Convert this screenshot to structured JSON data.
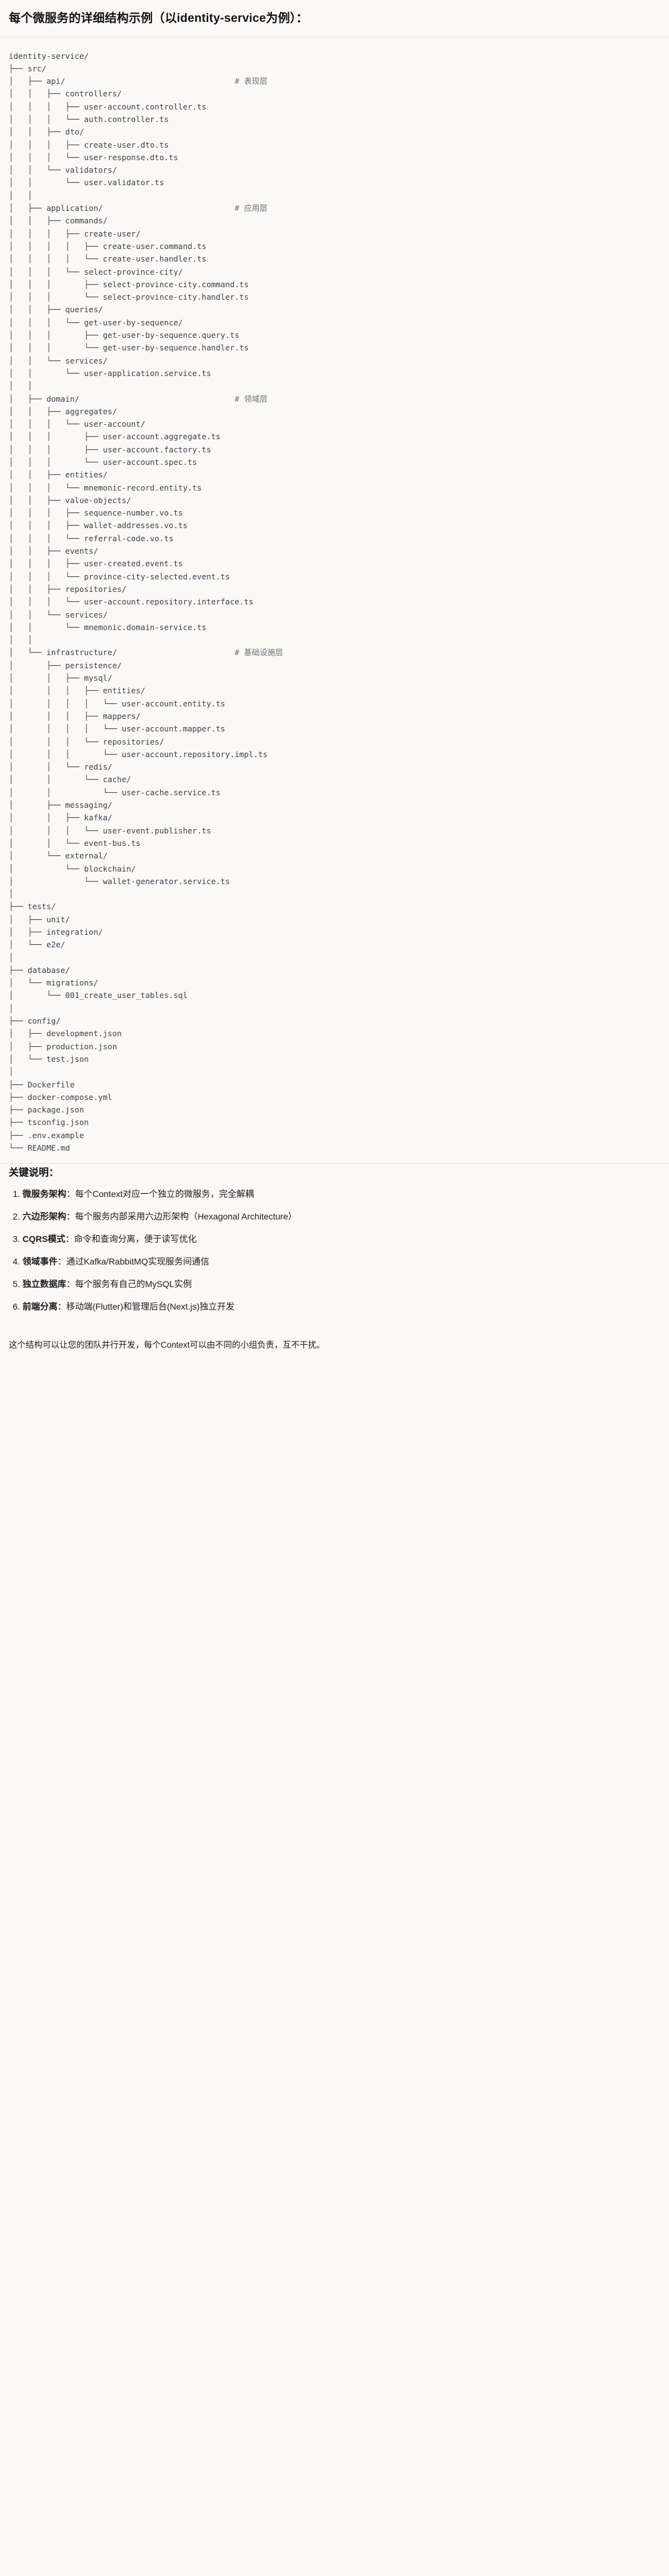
{
  "heading": "每个微服务的详细结构示例（以identity-service为例）：",
  "tree": {
    "root_label": "identity-service/",
    "lines": [
      {
        "prefix": "identity-service/",
        "comment": ""
      },
      {
        "prefix": "├── src/",
        "comment": ""
      },
      {
        "prefix": "│   ├── api/",
        "comment": "# 表现层"
      },
      {
        "prefix": "│   │   ├── controllers/",
        "comment": ""
      },
      {
        "prefix": "│   │   │   ├── user-account.controller.ts",
        "comment": ""
      },
      {
        "prefix": "│   │   │   └── auth.controller.ts",
        "comment": ""
      },
      {
        "prefix": "│   │   ├── dto/",
        "comment": ""
      },
      {
        "prefix": "│   │   │   ├── create-user.dto.ts",
        "comment": ""
      },
      {
        "prefix": "│   │   │   └── user-response.dto.ts",
        "comment": ""
      },
      {
        "prefix": "│   │   └── validators/",
        "comment": ""
      },
      {
        "prefix": "│   │       └── user.validator.ts",
        "comment": ""
      },
      {
        "prefix": "│   │",
        "comment": ""
      },
      {
        "prefix": "│   ├── application/",
        "comment": "# 应用层"
      },
      {
        "prefix": "│   │   ├── commands/",
        "comment": ""
      },
      {
        "prefix": "│   │   │   ├── create-user/",
        "comment": ""
      },
      {
        "prefix": "│   │   │   │   ├── create-user.command.ts",
        "comment": ""
      },
      {
        "prefix": "│   │   │   │   └── create-user.handler.ts",
        "comment": ""
      },
      {
        "prefix": "│   │   │   └── select-province-city/",
        "comment": ""
      },
      {
        "prefix": "│   │   │       ├── select-province-city.command.ts",
        "comment": ""
      },
      {
        "prefix": "│   │   │       └── select-province-city.handler.ts",
        "comment": ""
      },
      {
        "prefix": "│   │   ├── queries/",
        "comment": ""
      },
      {
        "prefix": "│   │   │   └── get-user-by-sequence/",
        "comment": ""
      },
      {
        "prefix": "│   │   │       ├── get-user-by-sequence.query.ts",
        "comment": ""
      },
      {
        "prefix": "│   │   │       └── get-user-by-sequence.handler.ts",
        "comment": ""
      },
      {
        "prefix": "│   │   └── services/",
        "comment": ""
      },
      {
        "prefix": "│   │       └── user-application.service.ts",
        "comment": ""
      },
      {
        "prefix": "│   │",
        "comment": ""
      },
      {
        "prefix": "│   ├── domain/",
        "comment": "# 领域层"
      },
      {
        "prefix": "│   │   ├── aggregates/",
        "comment": ""
      },
      {
        "prefix": "│   │   │   └── user-account/",
        "comment": ""
      },
      {
        "prefix": "│   │   │       ├── user-account.aggregate.ts",
        "comment": ""
      },
      {
        "prefix": "│   │   │       ├── user-account.factory.ts",
        "comment": ""
      },
      {
        "prefix": "│   │   │       └── user-account.spec.ts",
        "comment": ""
      },
      {
        "prefix": "│   │   ├── entities/",
        "comment": ""
      },
      {
        "prefix": "│   │   │   └── mnemonic-record.entity.ts",
        "comment": ""
      },
      {
        "prefix": "│   │   ├── value-objects/",
        "comment": ""
      },
      {
        "prefix": "│   │   │   ├── sequence-number.vo.ts",
        "comment": ""
      },
      {
        "prefix": "│   │   │   ├── wallet-addresses.vo.ts",
        "comment": ""
      },
      {
        "prefix": "│   │   │   └── referral-code.vo.ts",
        "comment": ""
      },
      {
        "prefix": "│   │   ├── events/",
        "comment": ""
      },
      {
        "prefix": "│   │   │   ├── user-created.event.ts",
        "comment": ""
      },
      {
        "prefix": "│   │   │   └── province-city-selected.event.ts",
        "comment": ""
      },
      {
        "prefix": "│   │   ├── repositories/",
        "comment": ""
      },
      {
        "prefix": "│   │   │   └── user-account.repository.interface.ts",
        "comment": ""
      },
      {
        "prefix": "│   │   └── services/",
        "comment": ""
      },
      {
        "prefix": "│   │       └── mnemonic.domain-service.ts",
        "comment": ""
      },
      {
        "prefix": "│   │",
        "comment": ""
      },
      {
        "prefix": "│   └── infrastructure/",
        "comment": "# 基础设施层"
      },
      {
        "prefix": "│       ├── persistence/",
        "comment": ""
      },
      {
        "prefix": "│       │   ├── mysql/",
        "comment": ""
      },
      {
        "prefix": "│       │   │   ├── entities/",
        "comment": ""
      },
      {
        "prefix": "│       │   │   │   └── user-account.entity.ts",
        "comment": ""
      },
      {
        "prefix": "│       │   │   ├── mappers/",
        "comment": ""
      },
      {
        "prefix": "│       │   │   │   └── user-account.mapper.ts",
        "comment": ""
      },
      {
        "prefix": "│       │   │   └── repositories/",
        "comment": ""
      },
      {
        "prefix": "│       │   │       └── user-account.repository.impl.ts",
        "comment": ""
      },
      {
        "prefix": "│       │   └── redis/",
        "comment": ""
      },
      {
        "prefix": "│       │       └── cache/",
        "comment": ""
      },
      {
        "prefix": "│       │           └── user-cache.service.ts",
        "comment": ""
      },
      {
        "prefix": "│       ├── messaging/",
        "comment": ""
      },
      {
        "prefix": "│       │   ├── kafka/",
        "comment": ""
      },
      {
        "prefix": "│       │   │   └── user-event.publisher.ts",
        "comment": ""
      },
      {
        "prefix": "│       │   └── event-bus.ts",
        "comment": ""
      },
      {
        "prefix": "│       └── external/",
        "comment": ""
      },
      {
        "prefix": "│           └── blockchain/",
        "comment": ""
      },
      {
        "prefix": "│               └── wallet-generator.service.ts",
        "comment": ""
      },
      {
        "prefix": "│",
        "comment": ""
      },
      {
        "prefix": "├── tests/",
        "comment": ""
      },
      {
        "prefix": "│   ├── unit/",
        "comment": ""
      },
      {
        "prefix": "│   ├── integration/",
        "comment": ""
      },
      {
        "prefix": "│   └── e2e/",
        "comment": ""
      },
      {
        "prefix": "│",
        "comment": ""
      },
      {
        "prefix": "├── database/",
        "comment": ""
      },
      {
        "prefix": "│   └── migrations/",
        "comment": ""
      },
      {
        "prefix": "│       └── 001_create_user_tables.sql",
        "comment": ""
      },
      {
        "prefix": "│",
        "comment": ""
      },
      {
        "prefix": "├── config/",
        "comment": ""
      },
      {
        "prefix": "│   ├── development.json",
        "comment": ""
      },
      {
        "prefix": "│   ├── production.json",
        "comment": ""
      },
      {
        "prefix": "│   └── test.json",
        "comment": ""
      },
      {
        "prefix": "│",
        "comment": ""
      },
      {
        "prefix": "├── Dockerfile",
        "comment": ""
      },
      {
        "prefix": "├── docker-compose.yml",
        "comment": ""
      },
      {
        "prefix": "├── package.json",
        "comment": ""
      },
      {
        "prefix": "├── tsconfig.json",
        "comment": ""
      },
      {
        "prefix": "├── .env.example",
        "comment": ""
      },
      {
        "prefix": "└── README.md",
        "comment": ""
      }
    ]
  },
  "notes": {
    "title": "关键说明：",
    "items": [
      {
        "term": "微服务架构",
        "sep": "：",
        "desc": "每个Context对应一个独立的微服务，完全解耦"
      },
      {
        "term": "六边形架构",
        "sep": "：",
        "desc": "每个服务内部采用六边形架构（Hexagonal Architecture）"
      },
      {
        "term": "CQRS模式",
        "sep": "：",
        "desc": "命令和查询分离，便于读写优化"
      },
      {
        "term": "领域事件",
        "sep": "：",
        "desc": "通过Kafka/RabbitMQ实现服务间通信"
      },
      {
        "term": "独立数据库",
        "sep": "：",
        "desc": "每个服务有自己的MySQL实例"
      },
      {
        "term": "前端分离",
        "sep": "：",
        "desc": "移动端(Flutter)和管理后台(Next.js)独立开发"
      }
    ],
    "closing": "这个结构可以让您的团队并行开发，每个Context可以由不同的小组负责，互不干扰。"
  },
  "colors": {
    "page_bg": "#faf9f6",
    "text": "#1a1a1a",
    "code_text": "#3b3f45",
    "comment_text": "#6a6f76",
    "rule": "#e4e2dc"
  }
}
